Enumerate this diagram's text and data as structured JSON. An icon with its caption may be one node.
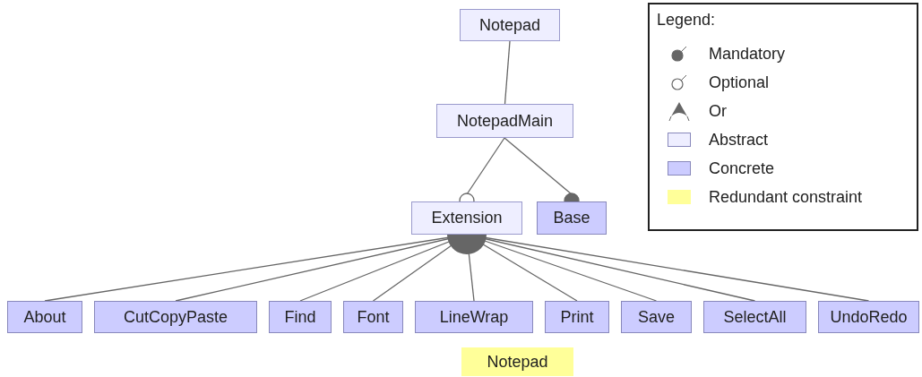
{
  "diagram": {
    "nodes": [
      {
        "text": [
          "Notepad"
        ]
      },
      {
        "text": [
          "NotepadMain"
        ]
      },
      {
        "text": [
          "Extension"
        ]
      },
      {
        "text": [
          "Base"
        ]
      },
      {
        "text": [
          "About"
        ]
      },
      {
        "text": [
          "CutCopyPaste"
        ]
      },
      {
        "text": [
          "Find"
        ]
      },
      {
        "text": [
          "Font"
        ]
      },
      {
        "text": [
          "LineWrap"
        ]
      },
      {
        "text": [
          "Print"
        ]
      },
      {
        "text": [
          "Save"
        ]
      },
      {
        "text": [
          "SelectAll"
        ]
      },
      {
        "text": [
          "UndoRedo"
        ]
      },
      {
        "text": [
          "Notepad"
        ]
      }
    ],
    "edges": [
      {
        "from": 0,
        "to": 1,
        "arrow": "none"
      },
      {
        "from": 1,
        "to": 2,
        "arrow": "other"
      },
      {
        "from": 1,
        "to": 3,
        "arrow": "other"
      },
      {
        "from": 2,
        "to": 4,
        "arrow": "none"
      },
      {
        "from": 2,
        "to": 5,
        "arrow": "none"
      },
      {
        "from": 2,
        "to": 6,
        "arrow": "none"
      },
      {
        "from": 2,
        "to": 7,
        "arrow": "none"
      },
      {
        "from": 2,
        "to": 8,
        "arrow": "none"
      },
      {
        "from": 2,
        "to": 9,
        "arrow": "none"
      },
      {
        "from": 2,
        "to": 10,
        "arrow": "none"
      },
      {
        "from": 2,
        "to": 11,
        "arrow": "none"
      },
      {
        "from": 2,
        "to": 12,
        "arrow": "none"
      }
    ],
    "labels": [
      "Legend:"
    ],
    "legend": [
      {
        "text": "Mandatory"
      },
      {
        "text": "Optional"
      },
      {
        "text": "Or"
      },
      {
        "text": "Abstract",
        "color": "#eeeeff"
      },
      {
        "text": "Concrete",
        "color": "#ccccff"
      },
      {
        "text": "Redundant constraint",
        "color": "#ffff99"
      }
    ]
  }
}
